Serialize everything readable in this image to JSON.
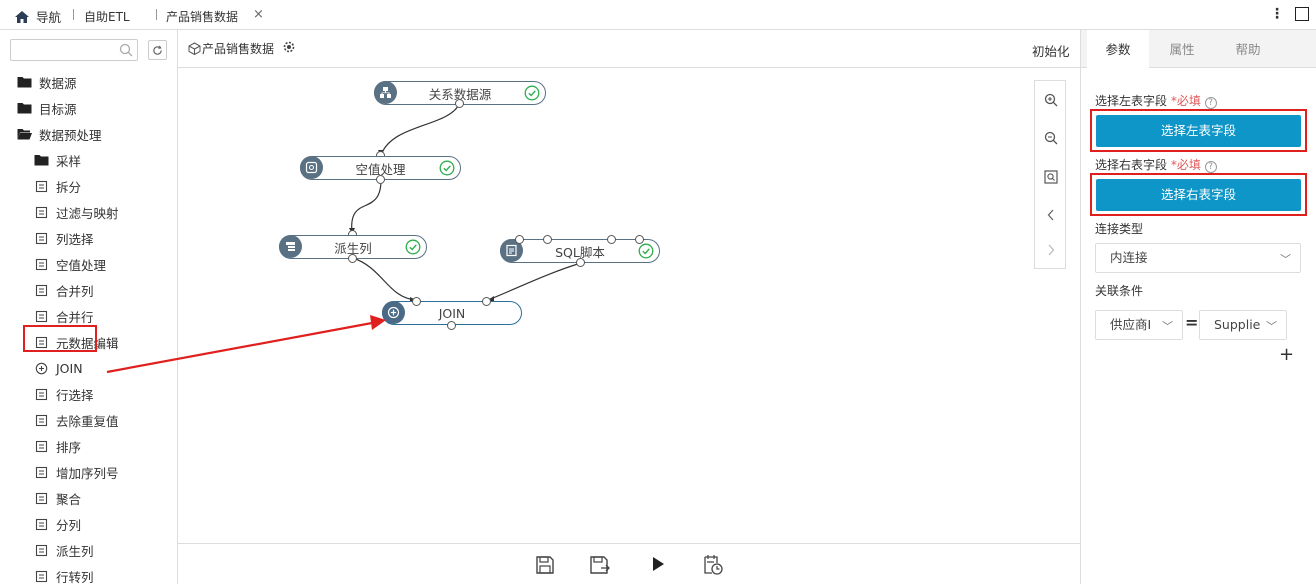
{
  "topbar": {
    "nav_label": "导航",
    "etl_label": "自助ETL",
    "tab_label": "产品销售数据",
    "close": "×",
    "more": "⋮"
  },
  "sidebar": {
    "search_placeholder": "",
    "items": [
      {
        "label": "数据源",
        "icon": "folder-icon"
      },
      {
        "label": "目标源",
        "icon": "folder-icon"
      },
      {
        "label": "数据预处理",
        "icon": "folder-open-icon"
      },
      {
        "label": "采样",
        "icon": "folder-icon"
      },
      {
        "label": "拆分",
        "icon": "split-icon"
      },
      {
        "label": "过滤与映射",
        "icon": "filter-map-icon"
      },
      {
        "label": "列选择",
        "icon": "column-select-icon"
      },
      {
        "label": "空值处理",
        "icon": "null-handle-icon"
      },
      {
        "label": "合并列",
        "icon": "merge-column-icon"
      },
      {
        "label": "合并行",
        "icon": "merge-row-icon"
      },
      {
        "label": "元数据编辑",
        "icon": "metadata-icon"
      },
      {
        "label": "JOIN",
        "icon": "join-icon"
      },
      {
        "label": "行选择",
        "icon": "row-select-icon"
      },
      {
        "label": "去除重复值",
        "icon": "dedupe-icon"
      },
      {
        "label": "排序",
        "icon": "sort-icon"
      },
      {
        "label": "增加序列号",
        "icon": "serial-icon"
      },
      {
        "label": "聚合",
        "icon": "aggregate-icon"
      },
      {
        "label": "分列",
        "icon": "split-column-icon"
      },
      {
        "label": "派生列",
        "icon": "derived-column-icon"
      },
      {
        "label": "行转列",
        "icon": "row-to-column-icon"
      }
    ]
  },
  "main": {
    "title": "产品销售数据",
    "init_label": "初始化",
    "nodes": {
      "relational": "关系数据源",
      "nullproc": "空值处理",
      "derived": "派生列",
      "sql": "SQL脚本",
      "join": "JOIN"
    }
  },
  "right": {
    "tabs": [
      "参数",
      "属性",
      "帮助"
    ],
    "left_field_label": "选择左表字段",
    "right_field_label": "选择右表字段",
    "required": "*必填",
    "left_button": "选择左表字段",
    "right_button": "选择右表字段",
    "join_type_label": "连接类型",
    "join_type_value": "内连接",
    "condition_label": "关联条件",
    "cond_left": "供应商I",
    "cond_op": "=",
    "cond_right": "Supplie",
    "add": "+"
  },
  "colors": {
    "accent": "#0f96c8",
    "highlight": "#e0201e",
    "node": "#5a7184",
    "ok": "#2fae4e"
  }
}
